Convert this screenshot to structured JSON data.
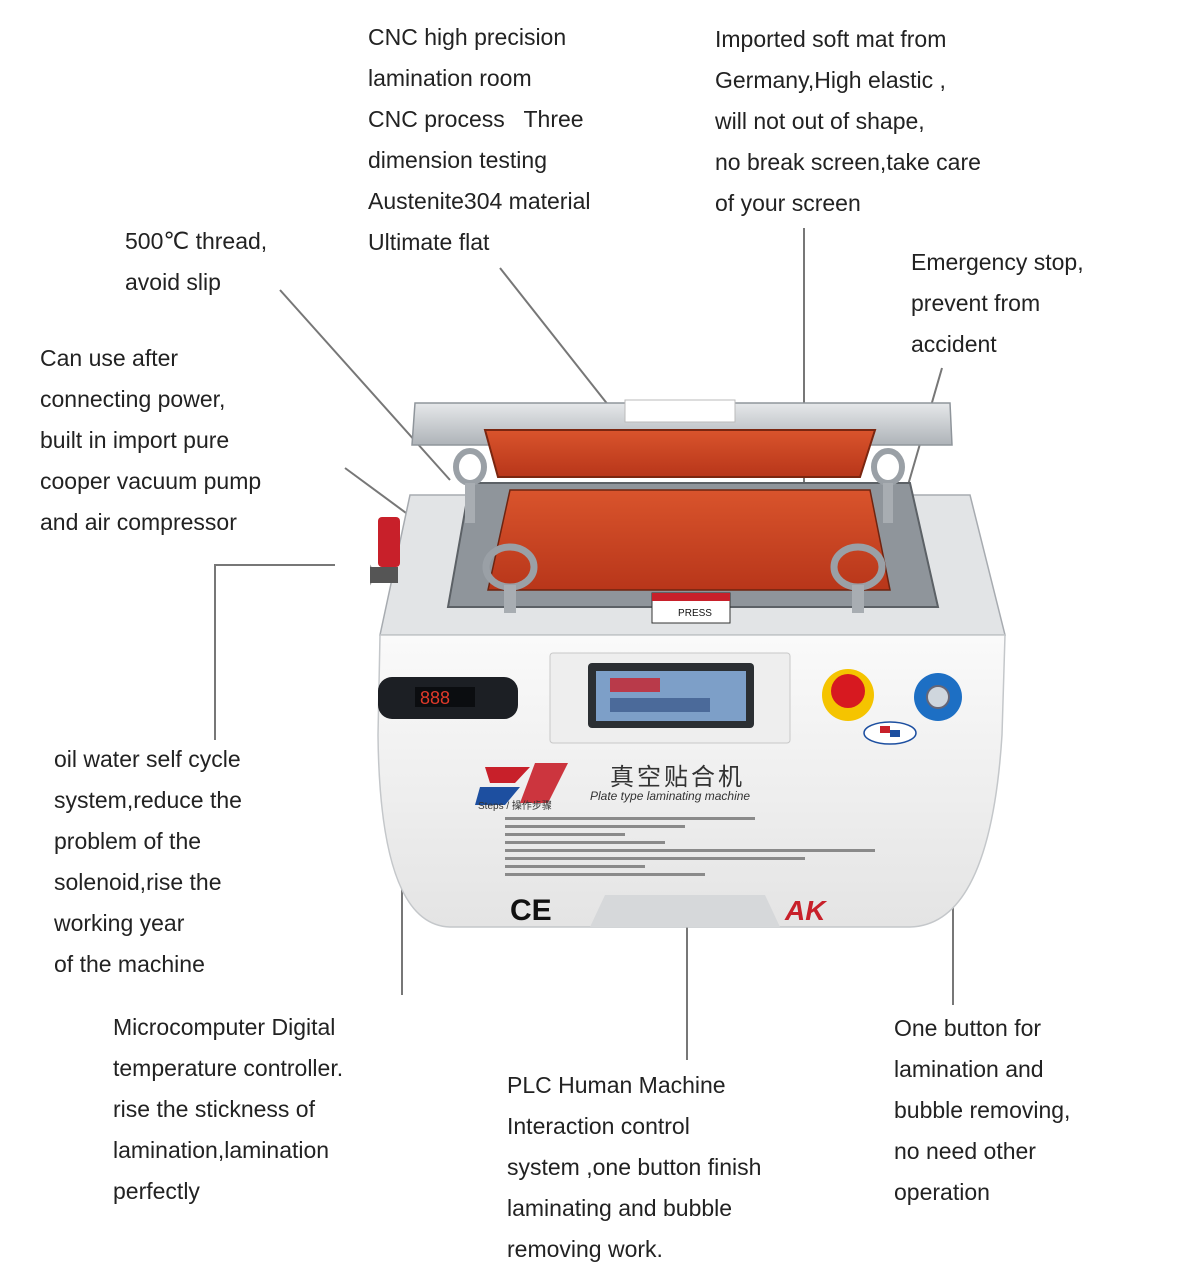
{
  "annotations": {
    "cnc_room": [
      "CNC high precision",
      "lamination room",
      "CNC process   Three",
      "dimension testing",
      "Austenite304 material",
      "Ultimate flat"
    ],
    "soft_mat": [
      "Imported soft mat from",
      "Germany,High elastic ,",
      "will not out of shape,",
      "no break screen,take care",
      "of your screen"
    ],
    "thread": [
      "500℃ thread,",
      "avoid slip"
    ],
    "emergency": [
      "Emergency stop,",
      "prevent from",
      "accident"
    ],
    "vacuum_pump": [
      "Can use after",
      "connecting power,",
      "built in import pure",
      "cooper vacuum pump",
      "and air compressor"
    ],
    "oil_water": [
      "oil water self cycle",
      "system,reduce the",
      "problem of the",
      "solenoid,rise the",
      "working year",
      "of the machine"
    ],
    "temp_controller": [
      "Microcomputer Digital",
      "temperature controller.",
      "rise the stickness of",
      "lamination,lamination",
      "perfectly"
    ],
    "plc": [
      "PLC Human Machine",
      "Interaction control",
      "system ,one button finish",
      "laminating and bubble",
      "removing work."
    ],
    "one_button": [
      "One button for",
      "lamination and",
      "bubble removing,",
      "no need other",
      "operation"
    ]
  },
  "machine": {
    "title_cn": "真空贴合机",
    "subtitle": "Plate type laminating machine",
    "steps_label": "Steps / 操作步骤",
    "ce_mark": "CE",
    "brand": "AK",
    "display_value": "888",
    "warning_label": "PRESS",
    "colors": {
      "body": "#f2f2f2",
      "mat": "#c8401e",
      "steel": "#c9cdd1",
      "brand_red": "#c8202a",
      "brand_blue": "#1d4fa0"
    }
  }
}
